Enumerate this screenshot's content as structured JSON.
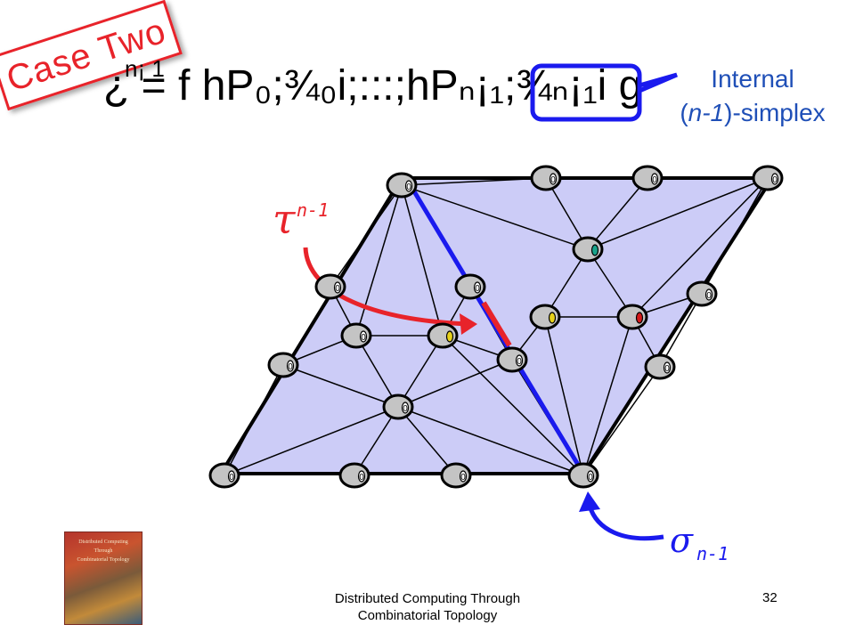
{
  "badge": {
    "label": "Case Two"
  },
  "formula": {
    "main": "¿   = f hP₀;¾₀i;:::;hPₙ¡₁;¾ₙ¡₁i g",
    "sup": "n¡ 1"
  },
  "callout": {
    "line1": "Internal",
    "line2_italic": "n-1",
    "line2_rest": "-simplex"
  },
  "labels": {
    "tau": "τ",
    "tau_sup": "n-1",
    "sigma": "σ",
    "sigma_sub": "n-1"
  },
  "node_label": "0",
  "colors": {
    "fill": "#ccccf7",
    "edge": "#000000",
    "blue": "#1a1aee",
    "red": "#e8232a",
    "node": "#c4c4c4",
    "teal": "#1aa38a",
    "yellow": "#e7d11a",
    "nodeRed": "#d41a1a"
  },
  "book_cover": {
    "lines": [
      "Distributed Computing",
      "Through",
      "Combinatorial Topology"
    ]
  },
  "footer": {
    "line1": "Distributed Computing Through",
    "line2": "Combinatorial Topology"
  },
  "page_number": "32"
}
